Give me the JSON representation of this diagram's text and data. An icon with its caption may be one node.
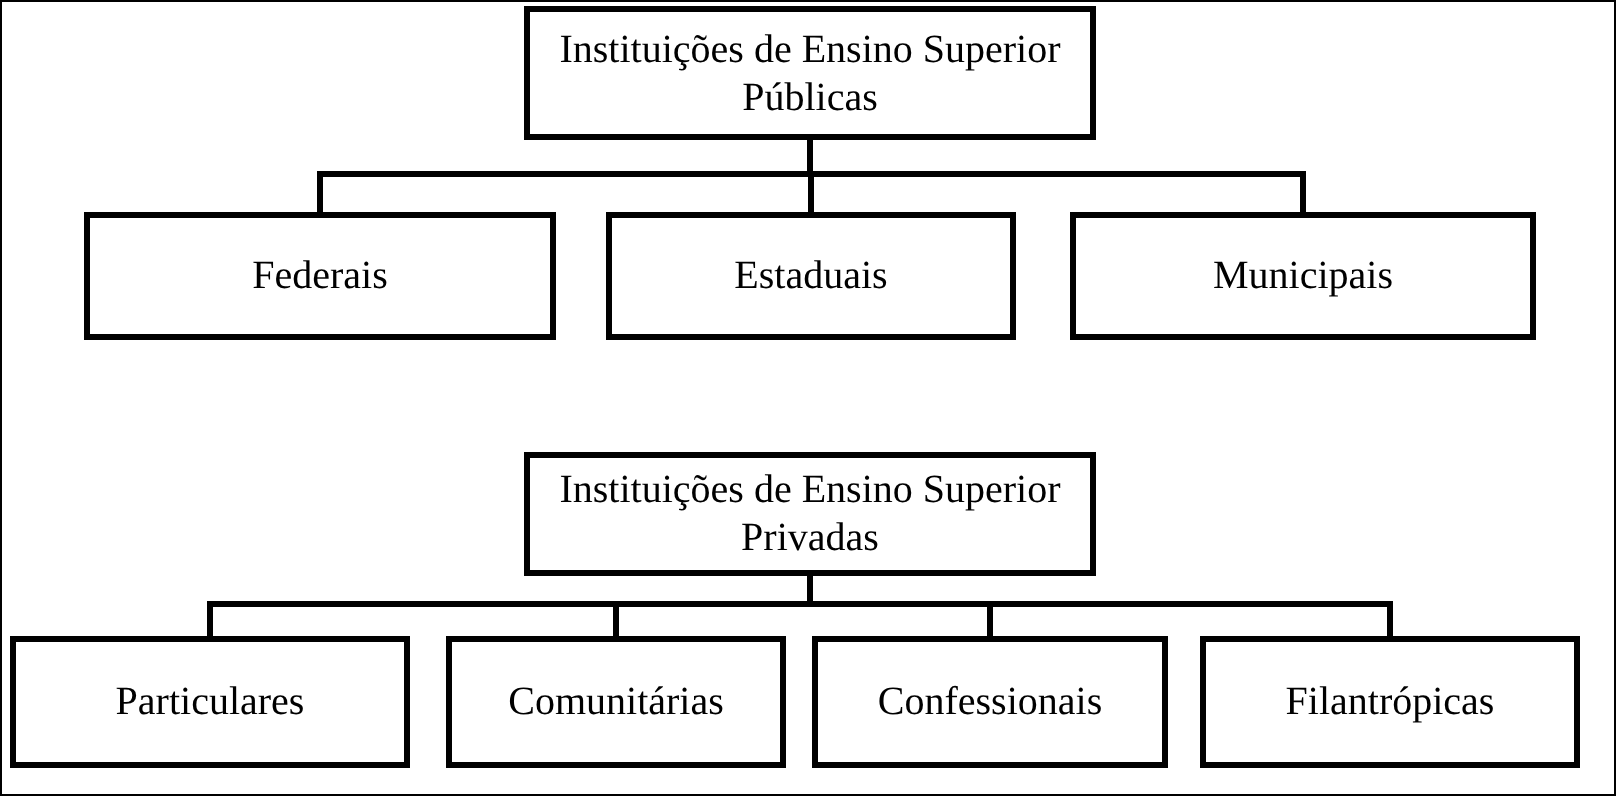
{
  "diagram": {
    "nodes": [
      {
        "text": [
          "Instituições de Ensino Superior Públicas"
        ]
      },
      {
        "text": [
          "Federais"
        ]
      },
      {
        "text": [
          "Estaduais"
        ]
      },
      {
        "text": [
          "Municipais"
        ]
      },
      {
        "text": [
          "Instituições de Ensino Superior Privadas"
        ]
      },
      {
        "text": [
          "Particulares"
        ]
      },
      {
        "text": [
          "Comunitárias"
        ]
      },
      {
        "text": [
          "Confessionais"
        ]
      },
      {
        "text": [
          "Filantrópicas"
        ]
      }
    ],
    "edges": [
      {
        "from": 0,
        "to": 1,
        "arrow": "none"
      },
      {
        "from": 0,
        "to": 2,
        "arrow": "none"
      },
      {
        "from": 0,
        "to": 3,
        "arrow": "none"
      },
      {
        "from": 4,
        "to": 5,
        "arrow": "none"
      },
      {
        "from": 4,
        "to": 6,
        "arrow": "none"
      },
      {
        "from": 4,
        "to": 7,
        "arrow": "none"
      },
      {
        "from": 4,
        "to": 8,
        "arrow": "none"
      }
    ]
  }
}
